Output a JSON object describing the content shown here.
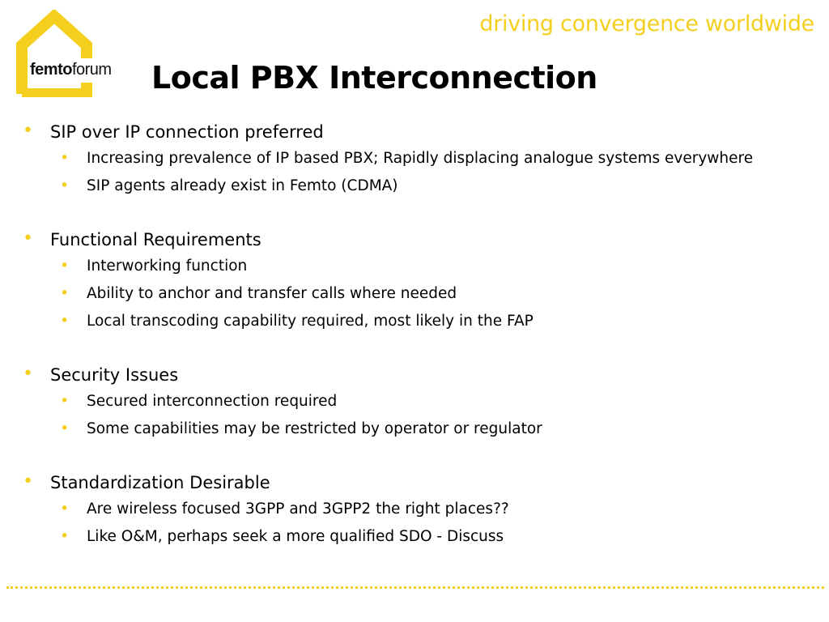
{
  "header": {
    "logo": {
      "brand_bold": "femto",
      "brand_light": "forum",
      "color": "#f4cf1e"
    },
    "tagline": "driving convergence worldwide",
    "title": "Local PBX Interconnection"
  },
  "slide": {
    "bullets": [
      {
        "text": "SIP over IP connection preferred",
        "sub": [
          "Increasing prevalence of IP based PBX; Rapidly displacing analogue systems everywhere",
          "SIP agents already exist in Femto (CDMA)"
        ]
      },
      {
        "text": "Functional Requirements",
        "sub": [
          "Interworking function",
          "Ability to anchor and transfer calls where needed",
          "Local transcoding capability required, most likely in the FAP"
        ]
      },
      {
        "text": "Security Issues",
        "sub": [
          "Secured interconnection required",
          "Some capabilities may be restricted by operator or regulator"
        ]
      },
      {
        "text": "Standardization Desirable",
        "sub": [
          "Are wireless focused 3GPP and 3GPP2 the right places??",
          "Like O&M, perhaps seek a more qualified SDO - Discuss"
        ]
      }
    ]
  },
  "theme": {
    "accent": "#f4cf1e",
    "text": "#000000"
  }
}
